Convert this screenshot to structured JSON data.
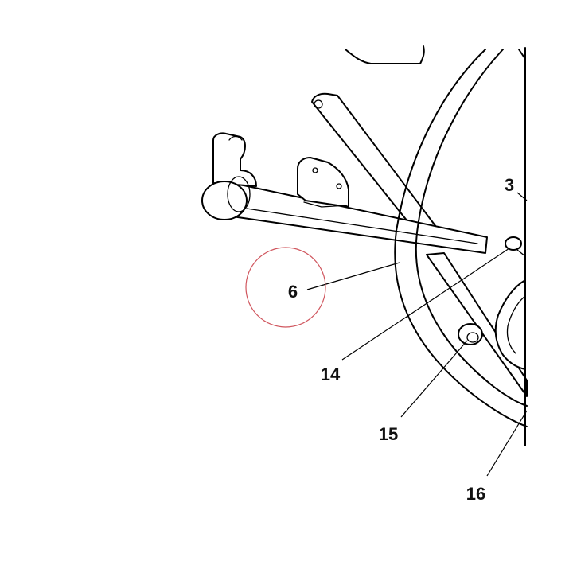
{
  "callouts": [
    {
      "id": "6",
      "label": "6"
    },
    {
      "id": "3",
      "label": "3"
    },
    {
      "id": "14",
      "label": "14"
    },
    {
      "id": "15",
      "label": "15"
    },
    {
      "id": "16",
      "label": "16"
    }
  ],
  "highlight": {
    "target": "6",
    "color": "#d0565e"
  }
}
